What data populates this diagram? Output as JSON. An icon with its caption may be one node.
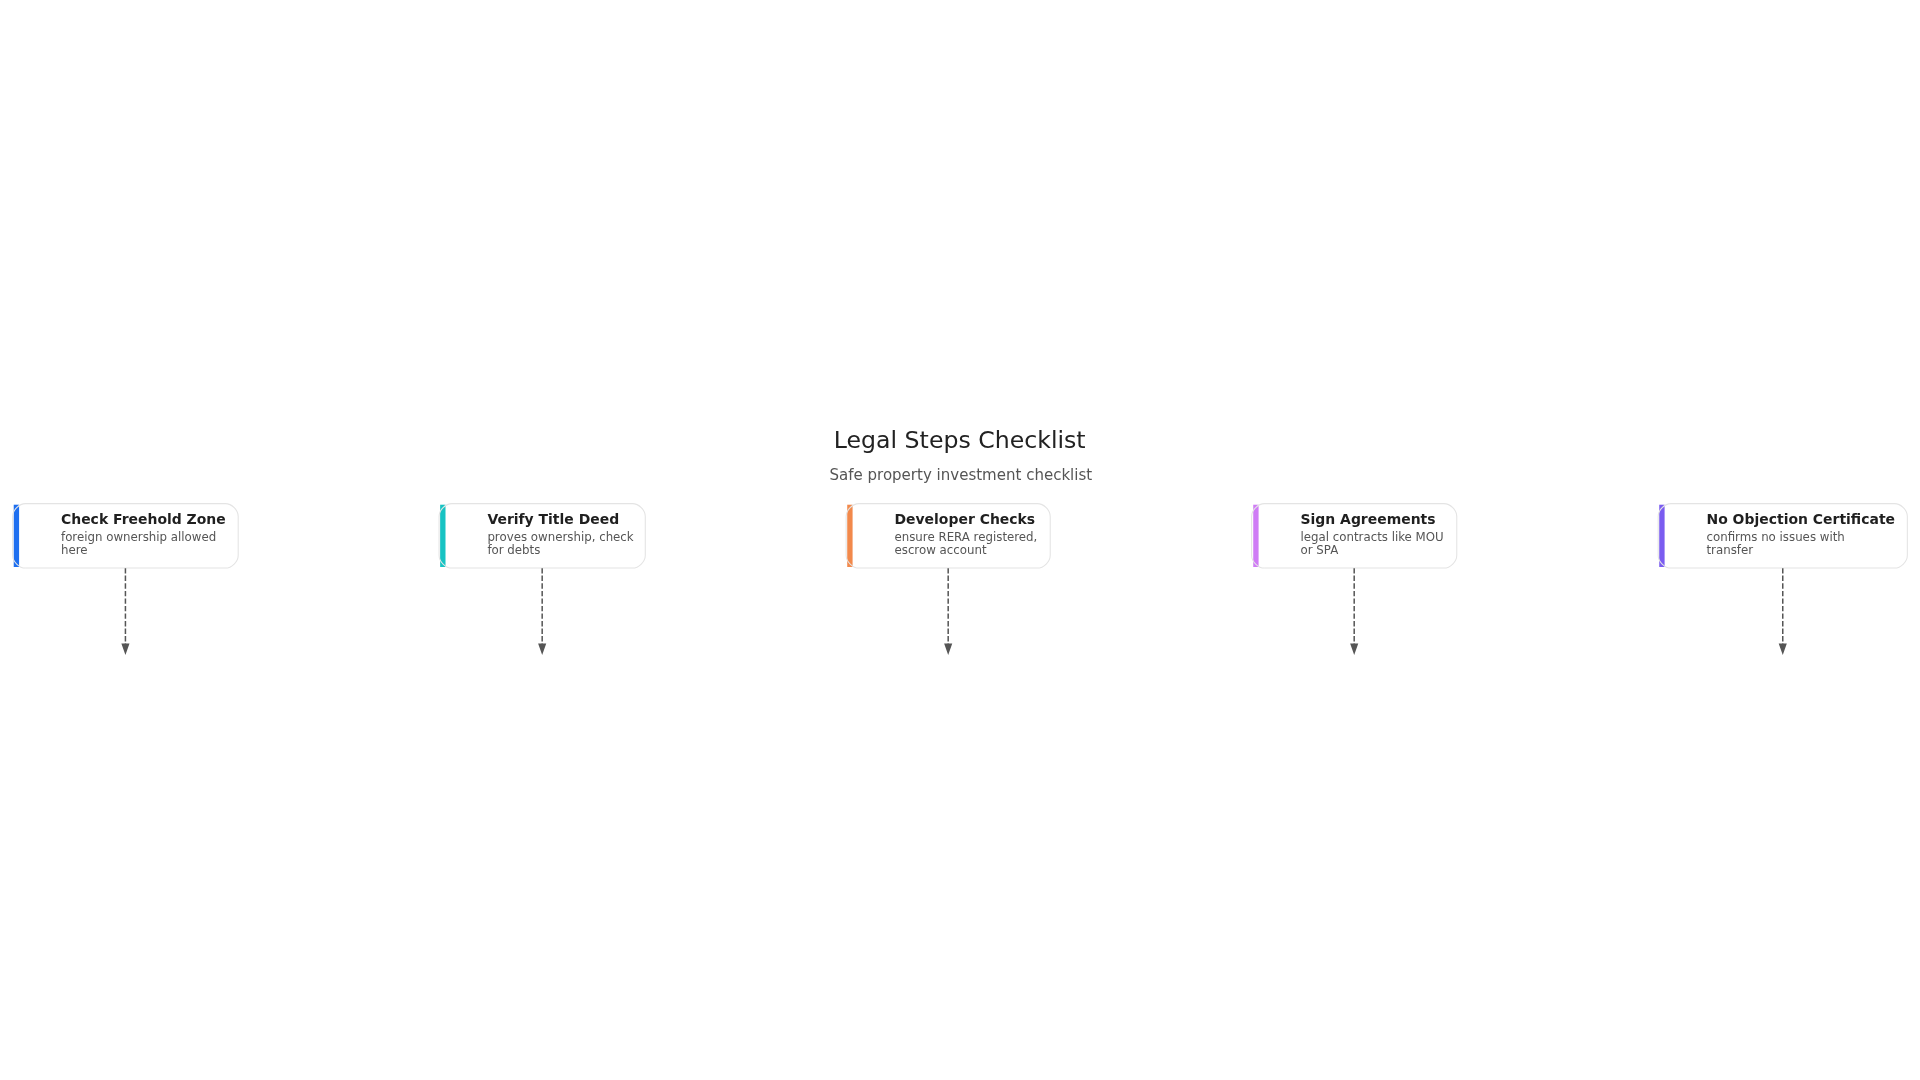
{
  "diagram": {
    "title": "Legal Steps Checklist",
    "caption": "Safe property investment checklist",
    "nodes": [
      {
        "text": [
          "Check Freehold Zone",
          "foreign ownership allowed here"
        ]
      },
      {
        "text": [
          "Verify Title Deed",
          "proves ownership, check for debts"
        ]
      },
      {
        "text": [
          "Developer Checks",
          "ensure RERA registered, escrow account"
        ]
      },
      {
        "text": [
          "Sign Agreements",
          "legal contracts like MOU or SPA"
        ]
      },
      {
        "text": [
          "No Objection Certificate",
          "confirms no issues with transfer"
        ]
      }
    ],
    "edges": [
      {
        "from": 0,
        "to": null,
        "arrow": "to",
        "style": "dashed"
      },
      {
        "from": 1,
        "to": null,
        "arrow": "to",
        "style": "dashed"
      },
      {
        "from": 2,
        "to": null,
        "arrow": "to",
        "style": "dashed"
      },
      {
        "from": 3,
        "to": null,
        "arrow": "to",
        "style": "dashed"
      },
      {
        "from": 4,
        "to": null,
        "arrow": "to",
        "style": "dashed"
      }
    ]
  }
}
